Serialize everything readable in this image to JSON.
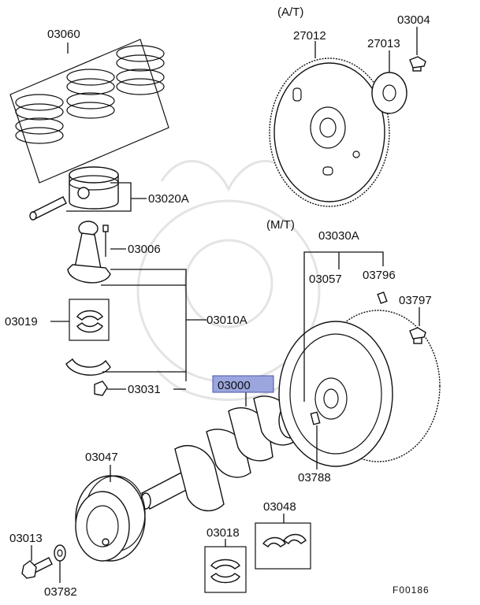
{
  "variant_labels": {
    "at": "(A/T)",
    "mt": "(M/T)"
  },
  "parts": {
    "p03060": "03060",
    "p03020a": "03020A",
    "p03006": "03006",
    "p03019": "03019",
    "p03010a": "03010A",
    "p03031": "03031",
    "p03000": "03000",
    "p03047": "03047",
    "p03013": "03013",
    "p03782": "03782",
    "p03018": "03018",
    "p03048": "03048",
    "p03788": "03788",
    "p03030a": "03030A",
    "p03057": "03057",
    "p03796": "03796",
    "p03797": "03797",
    "p27012": "27012",
    "p27013": "27013",
    "p03004": "03004"
  },
  "figure_code": "F00186",
  "highlight_color": "#9aa6dd"
}
